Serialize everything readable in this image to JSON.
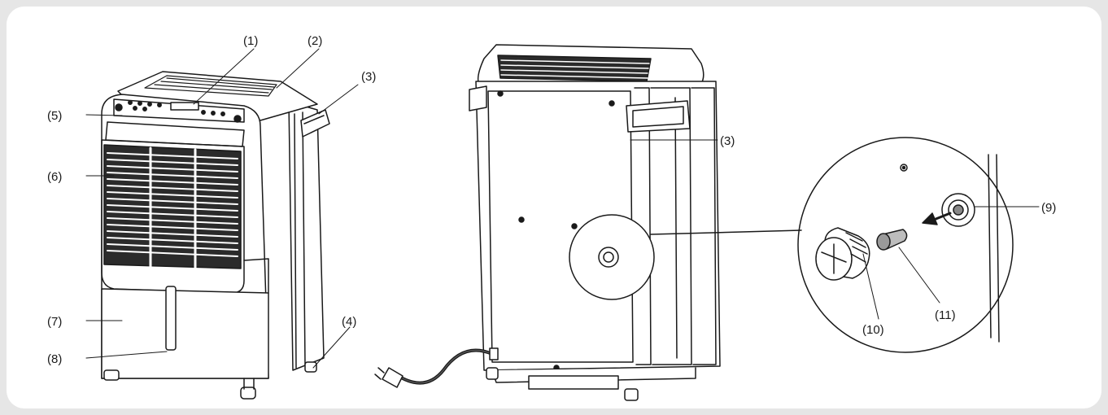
{
  "labels": {
    "l1": "(1)",
    "l2": "(2)",
    "l3a": "(3)",
    "l3b": "(3)",
    "l4": "(4)",
    "l5": "(5)",
    "l6": "(6)",
    "l7": "(7)",
    "l8": "(8)",
    "l9": "(9)",
    "l10": "(10)",
    "l11": "(11)"
  },
  "colors": {
    "line": "#1a1a1a",
    "body_fill": "#ffffff",
    "vent_dark": "#2b2b2b",
    "background": "#e6e6e6"
  }
}
